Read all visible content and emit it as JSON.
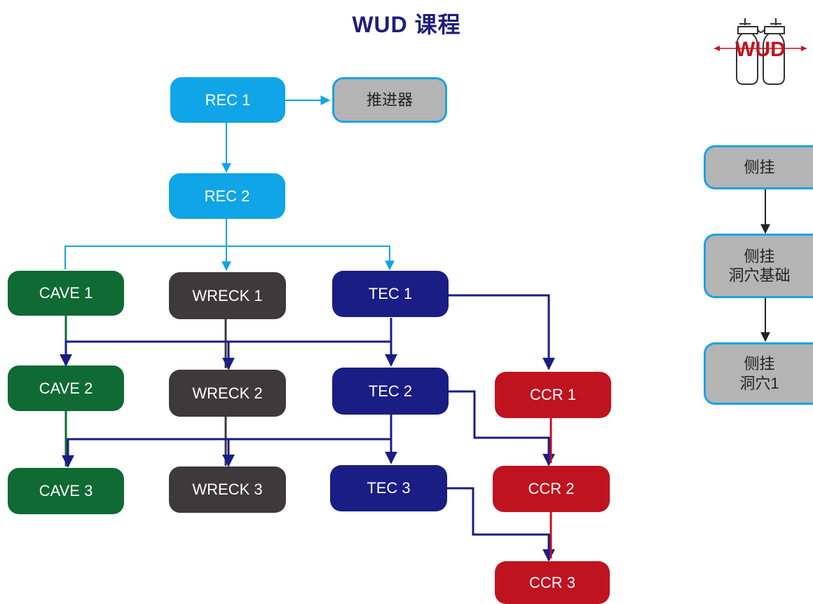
{
  "title": "WUD 课程",
  "logo": {
    "text": "WUD"
  },
  "nodes": {
    "rec1": "REC 1",
    "thruster": "推进器",
    "rec2": "REC 2",
    "cave1": "CAVE 1",
    "cave2": "CAVE 2",
    "cave3": "CAVE 3",
    "wreck1": "WRECK 1",
    "wreck2": "WRECK 2",
    "wreck3": "WRECK 3",
    "tec1": "TEC 1",
    "tec2": "TEC 2",
    "tec3": "TEC 3",
    "ccr1": "CCR 1",
    "ccr2": "CCR 2",
    "ccr3": "CCR 3",
    "sidemount": "侧挂",
    "sidemount_cave_basic": "侧挂\n洞穴基础",
    "sidemount_cave1": "侧挂\n洞穴1"
  },
  "colors": {
    "rec": "#10a5e6",
    "cave": "#0f6a33",
    "wreck": "#3c3a3a",
    "tec": "#1a1d84",
    "ccr": "#bf1320",
    "optional": "#b4b4b4",
    "title": "#1f1f7a"
  }
}
